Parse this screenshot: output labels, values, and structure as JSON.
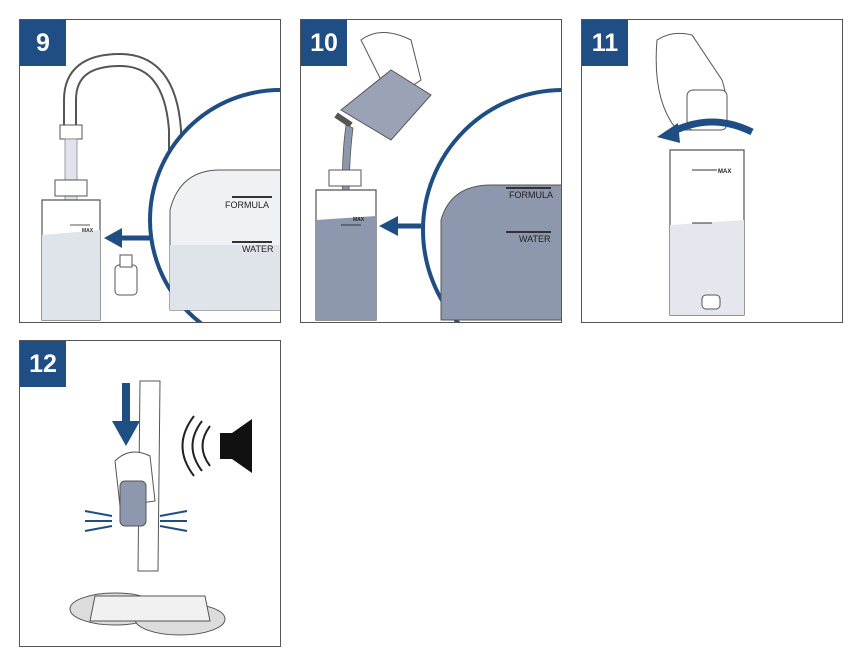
{
  "steps": [
    {
      "number": "9"
    },
    {
      "number": "10"
    },
    {
      "number": "11"
    },
    {
      "number": "12"
    }
  ],
  "labels": {
    "formula": "FORMULA",
    "water": "WATER",
    "max": "MAX"
  },
  "colors": {
    "accent": "#1f4e84",
    "fill_blue": "#8d97ad",
    "arrow_blue": "#1f4e84"
  }
}
